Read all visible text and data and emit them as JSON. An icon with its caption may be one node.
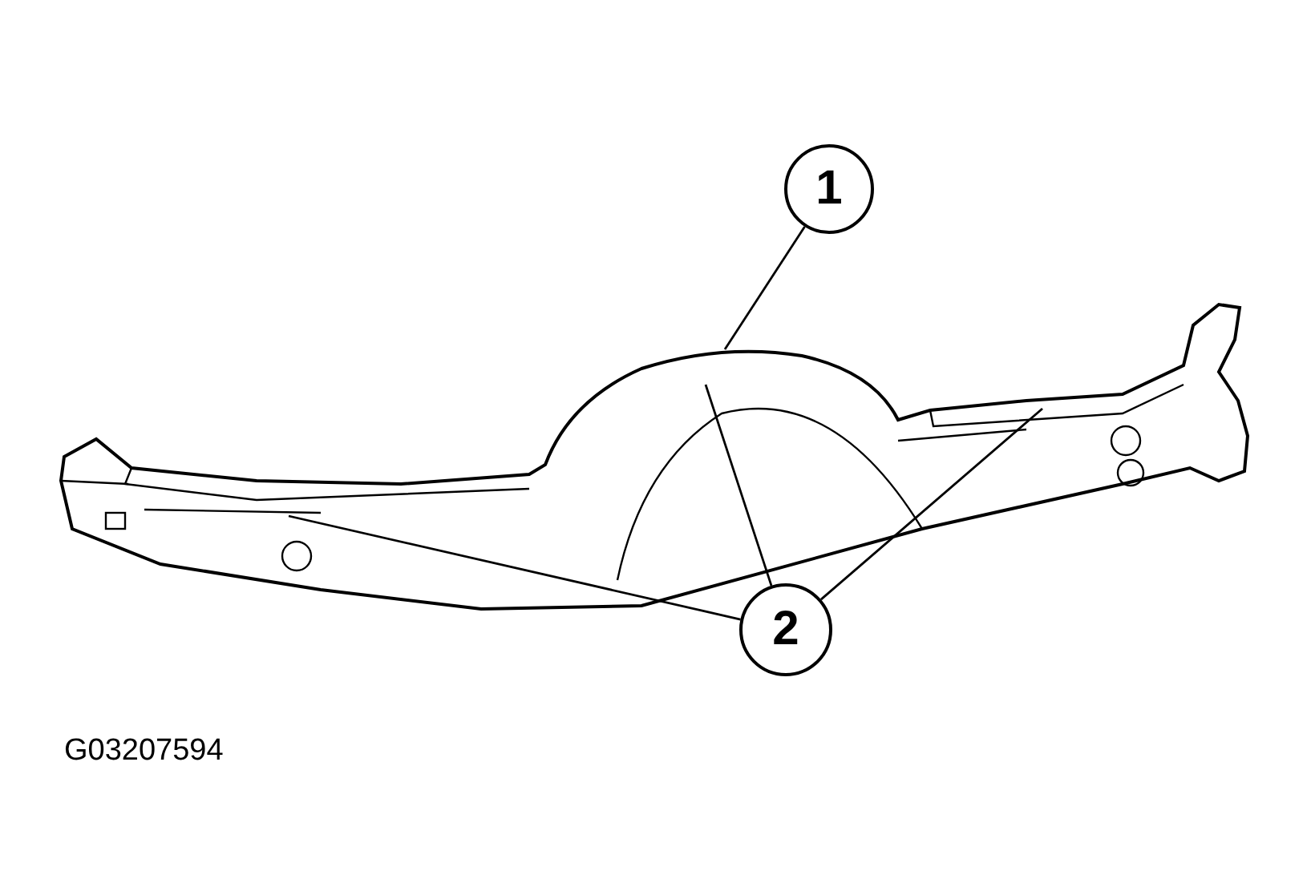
{
  "diagram": {
    "nodes": [
      {
        "text": [
          "1"
        ]
      },
      {
        "text": [
          "2"
        ]
      }
    ],
    "edges": [
      {
        "from": 0,
        "to": null,
        "arrow": "none"
      },
      {
        "from": 1,
        "to": null,
        "arrow": "none"
      },
      {
        "from": 1,
        "to": null,
        "arrow": "none"
      },
      {
        "from": 1,
        "to": null,
        "arrow": "none"
      }
    ],
    "labels": [
      "G03207594"
    ]
  }
}
